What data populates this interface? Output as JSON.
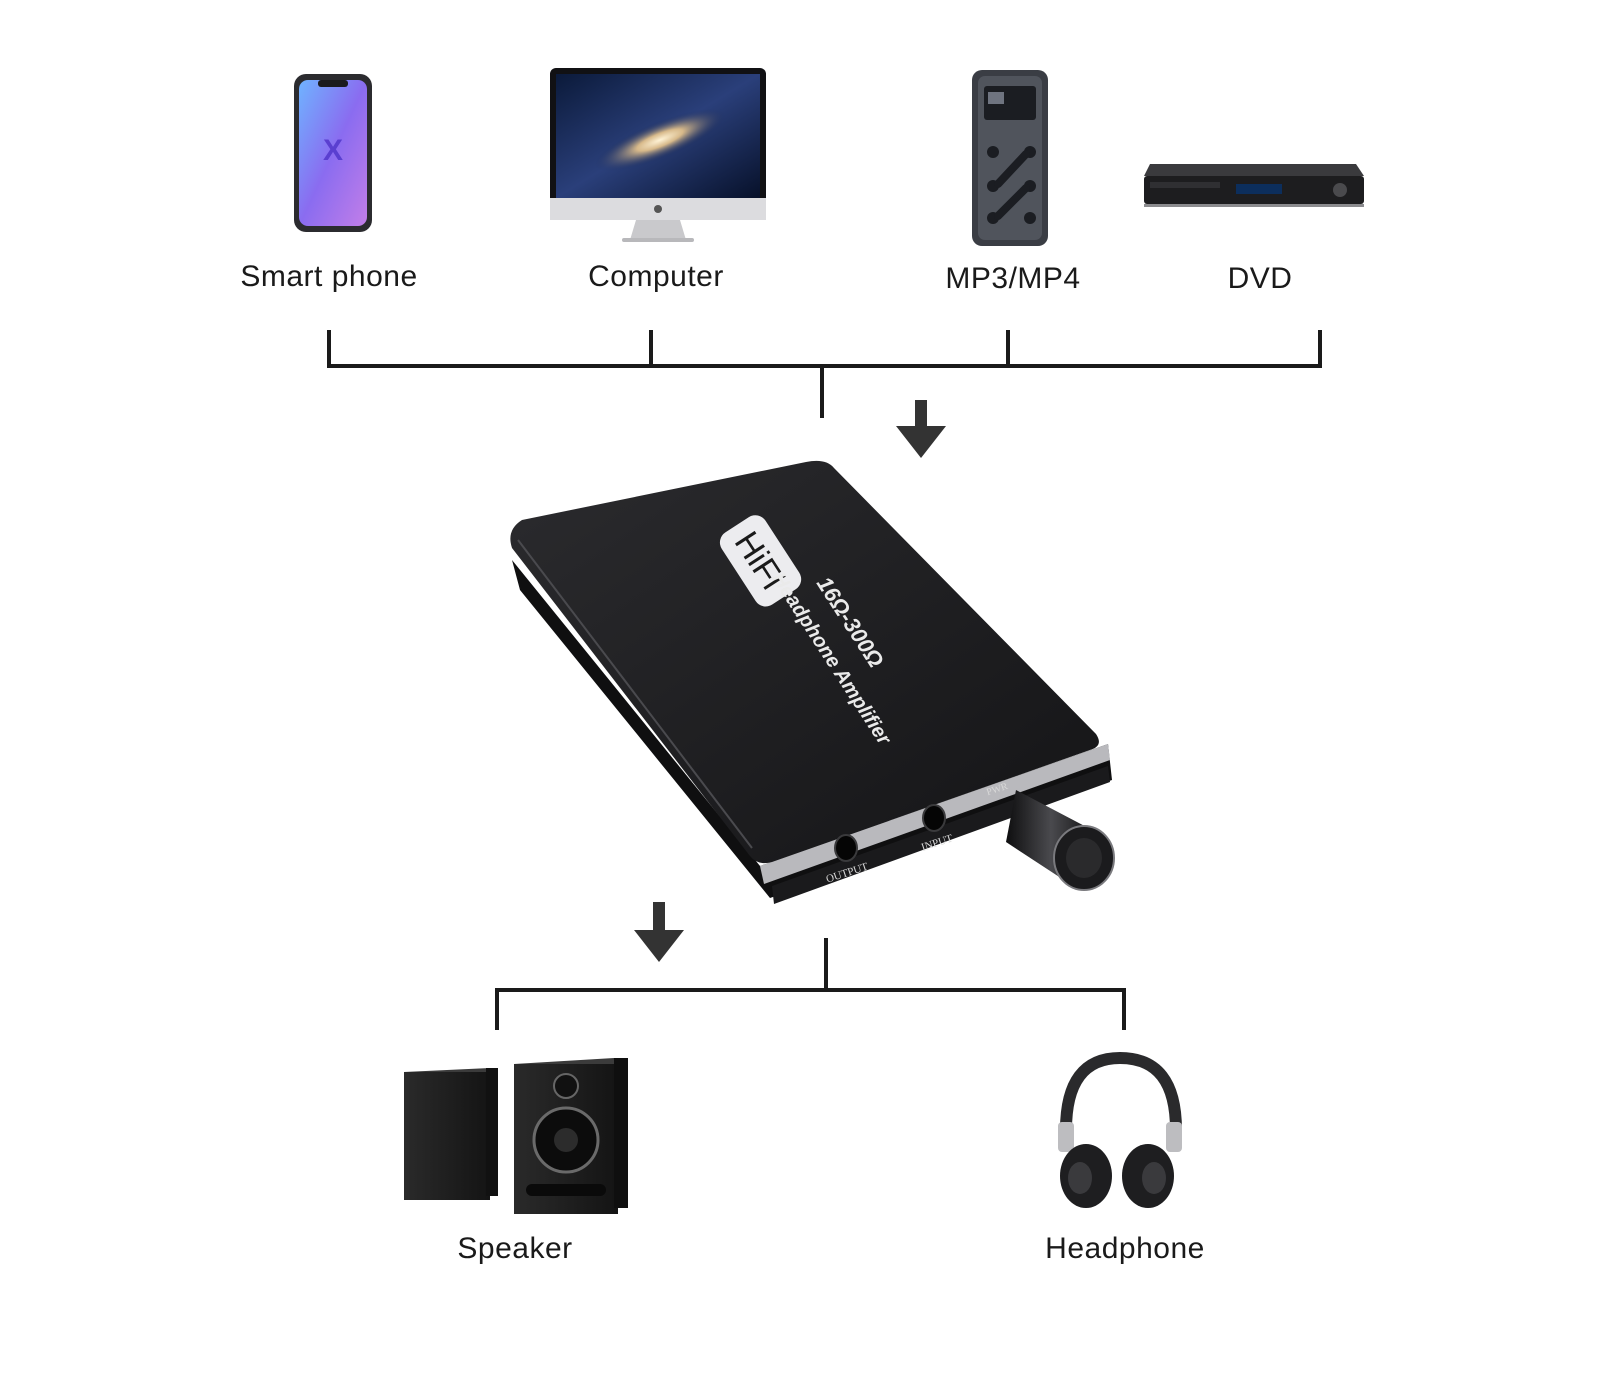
{
  "sources": [
    {
      "label": "Smart phone",
      "icon": "smartphone-icon"
    },
    {
      "label": "Computer",
      "icon": "computer-monitor-icon"
    },
    {
      "label": "MP3/MP4",
      "icon": "mp3-player-icon"
    },
    {
      "label": "DVD",
      "icon": "dvd-player-icon"
    }
  ],
  "device": {
    "badge": "HiFi",
    "impedance": "16Ω-300Ω",
    "name": "Headphone Amplifier",
    "port_output": "OUTPUT",
    "port_input": "INPUT",
    "power_label": "PWR"
  },
  "outputs": [
    {
      "label": "Speaker",
      "icon": "speaker-icon"
    },
    {
      "label": "Headphone",
      "icon": "headphone-icon"
    }
  ],
  "colors": {
    "line": "#1a1a1a",
    "device_body": "#1c1c1e",
    "device_edge": "#b8b8bc",
    "text": "#1a1a1a"
  }
}
